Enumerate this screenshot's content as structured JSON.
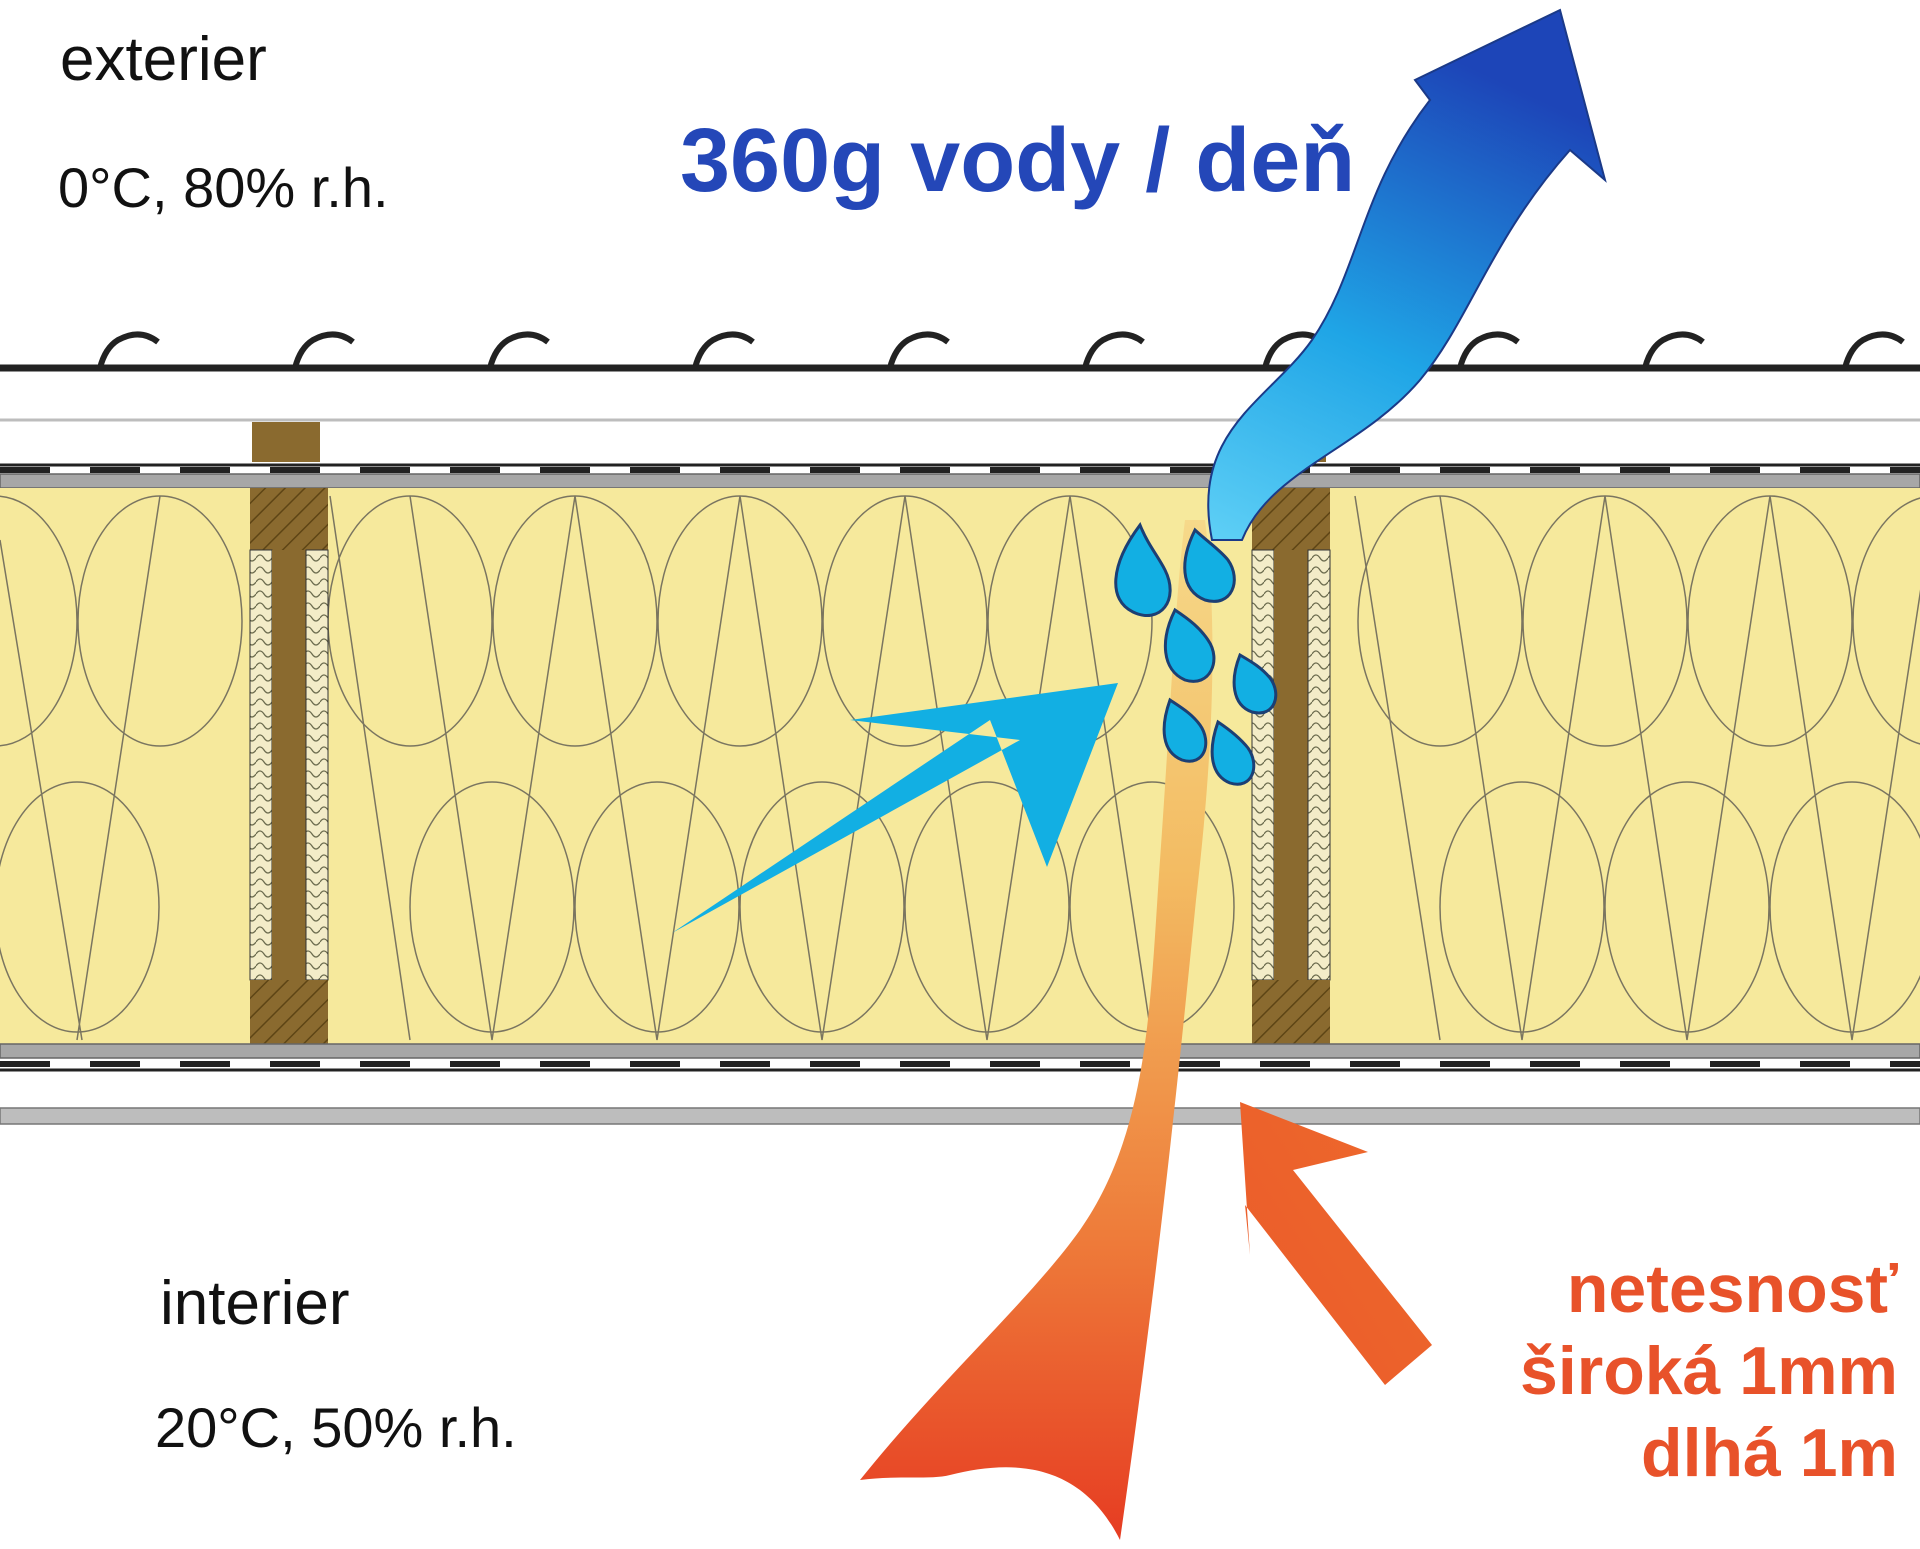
{
  "exterior": {
    "label": "exterier",
    "conditions": "0°C, 80% r.h."
  },
  "interior": {
    "label": "interier",
    "conditions": "20°C, 50% r.h."
  },
  "vapour_flow": {
    "text": "360g vody / deň",
    "color": "#2447b8"
  },
  "leak": {
    "lines": [
      "netesnosť",
      "široká 1mm",
      "dlhá 1m"
    ],
    "color": "#e8522a"
  },
  "colors": {
    "insulation": "#f6e99c",
    "timber": "#8a6a2f",
    "board": "#a7a7a7",
    "moisture": "#12afe3",
    "warm_air_top": "#f3c36a",
    "warm_air_bottom": "#e63c22",
    "vapour_top": "#1d4fc4",
    "vapour_bottom": "#29b6ee"
  },
  "icons": [
    "roof-tile-icon",
    "water-drop-icon",
    "moisture-arrow-icon",
    "leak-pointer-arrow-icon"
  ]
}
